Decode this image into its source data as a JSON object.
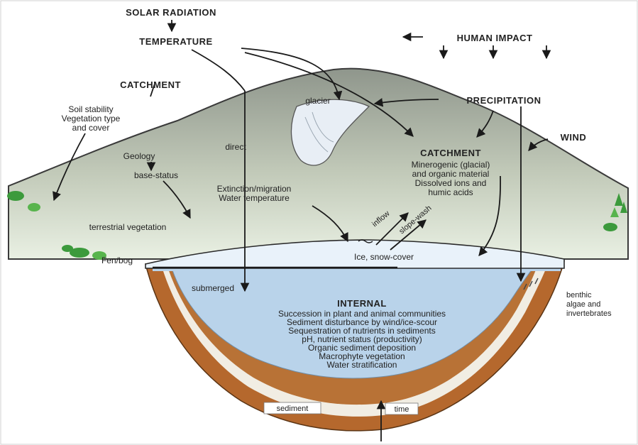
{
  "labels": {
    "solar_radiation": "SOLAR RADIATION",
    "temperature": "TEMPERATURE",
    "human_impact": "HUMAN IMPACT",
    "catchment_left": "CATCHMENT",
    "soil_1": "Soil stability",
    "soil_2": "Vegetation type",
    "soil_3": "and cover",
    "glacier": "glacier",
    "precipitation": "PRECIPITATION",
    "wind": "WIND",
    "direct": "direct",
    "geology": "Geology",
    "base_status": "base-status",
    "catchment_right": "CATCHMENT",
    "catch_1": "Minerogenic (glacial)",
    "catch_2": "and organic material",
    "catch_3": "Dissolved ions and",
    "catch_4": "humic acids",
    "extinction": "Extinction/migration",
    "water_temp": "Water temperature",
    "terrestrial": "terrestrial vegetation",
    "inflow": "inflow",
    "slope_wash": "slope-wash",
    "fen_bog": "Fen/bog",
    "ice_snow": "Ice, snow-cover",
    "submerged": "submerged",
    "benthic_1": "benthic",
    "benthic_2": "algae and",
    "benthic_3": "invertebrates",
    "internal": "INTERNAL",
    "internal_items": [
      "Succession in plant and animal communities",
      "Sediment disturbance by wind/ice-scour",
      "Sequestration of nutrients in sediments",
      "pH, nutrient status (productivity)",
      "Organic sediment deposition",
      "Macrophyte vegetation",
      "Water stratification"
    ],
    "sediment": "sediment",
    "time": "time"
  },
  "colors": {
    "hill_top": "#8f968c",
    "hill_bottom": "#e7eee1",
    "lake": "#b9d3ea",
    "ice": "#e9f2fa",
    "sediment": "#b5682d",
    "vegetation": "#3c9a3c"
  }
}
